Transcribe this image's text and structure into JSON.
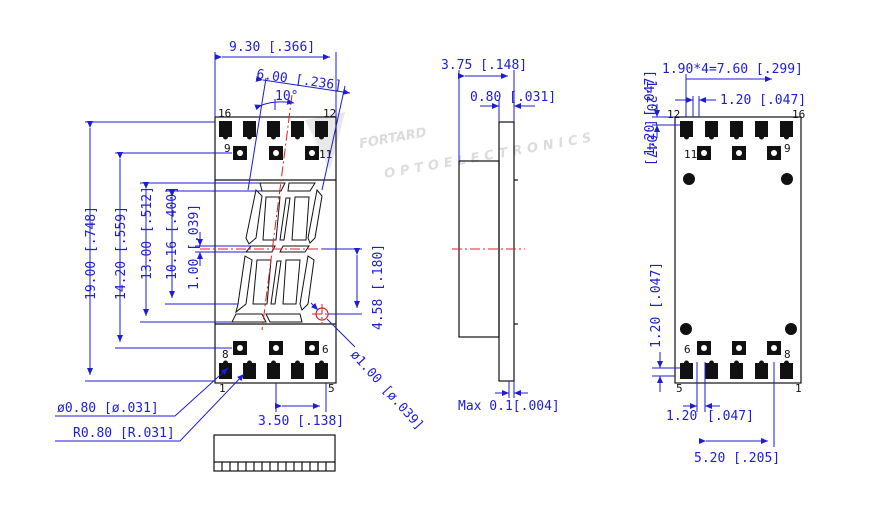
{
  "watermark": {
    "brand": "FORTARD",
    "tagline": "OPTOELECTRONICS"
  },
  "front_view": {
    "dim_total_width": "9.30 [.366]",
    "dim_digit_width": "6.00 [.236]",
    "dim_slant": "10°",
    "dim_height_total": "19.00 [.748]",
    "dim_height_pins": "14.20 [.559]",
    "dim_height_digit": "13.00 [.512]",
    "dim_height_seg": "10.16 [.400]",
    "dim_seg_gap": "1.00 [.039]",
    "dim_dp_offset": "4.58 [.180]",
    "dim_dp_dia": "ø1.00 [ø.039]",
    "dim_pad_dia": "ø0.80 [ø.031]",
    "dim_radius": "R0.80 [R.031]",
    "dim_pin_span": "3.50 [.138]",
    "pins_top_left": "16",
    "pins_top_right": "12",
    "pins_row2_left": "9",
    "pins_row2_right": "11",
    "pins_bot_row1_left": "8",
    "pins_bot_row1_right": "6",
    "pins_bot_left": "1",
    "pins_bot_right": "5"
  },
  "side_view": {
    "dim_depth": "3.75 [.148]",
    "dim_board": "0.80 [.031]",
    "dim_max": "Max  0.1[.004]"
  },
  "back_view": {
    "dim_pitch": "1.90*4=7.60 [.299]",
    "dim_pad_top": "1.20 [.047]",
    "dim_edge_top_a": "1.20 [.047]",
    "dim_edge_top_b": "1.20 [.047]",
    "dim_edge_bot": "1.20 [.047]",
    "dim_bot_pad": "1.20",
    "dim_bot_pad_in": "[.047]",
    "dim_bot_span": "5.20 [.205]",
    "pins_top_left": "12",
    "pins_top_right": "16",
    "pins_row2_left": "11",
    "pins_row2_right": "9",
    "pins_bot_row1_left": "6",
    "pins_bot_row1_right": "8",
    "pins_bot_left": "5",
    "pins_bot_right": "1"
  },
  "colors": {
    "dimension": "#1d1dd6",
    "outline": "#111111",
    "centerline": "#e02020"
  }
}
